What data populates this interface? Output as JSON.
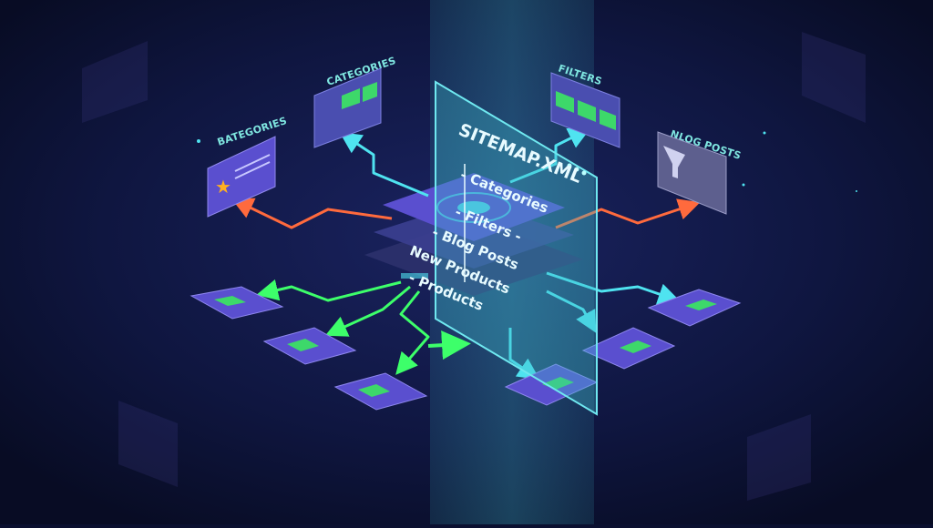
{
  "sitemap": {
    "title": "SITEMAP.XML",
    "items": [
      "- Categories",
      "- Filters -",
      "- Blog Posts",
      "New Products",
      "- Products"
    ]
  },
  "cards": {
    "categories_top": "CATEGORIES",
    "bategories_left": "BATEGORIES",
    "filters_top": "FILTERS",
    "nlog_posts_right": "NLOG POSTS"
  },
  "colors": {
    "background": "#0b1030",
    "cyan": "#4fe3f0",
    "orange": "#ff6a3d",
    "green": "#3dff6a",
    "card_purple": "#5a4fcf",
    "panel_glass": "#3fb8c8"
  }
}
